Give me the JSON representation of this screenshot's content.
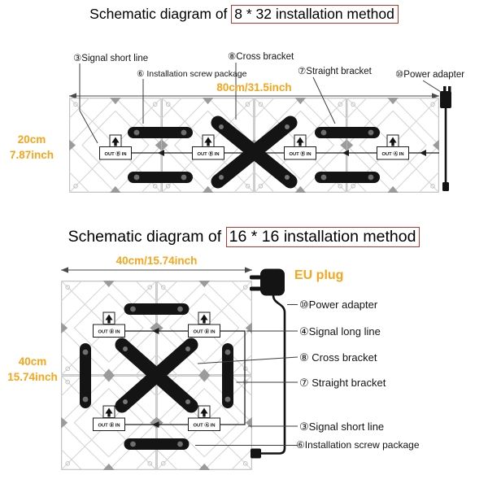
{
  "colors": {
    "accent_orange": "#f7a51b",
    "title_box_red": "#b8392c",
    "ink": "#141414"
  },
  "title_top": {
    "prefix": "Schematic diagram of ",
    "boxed": "8 * 32 installation method"
  },
  "title_bottom": {
    "prefix": "Schematic diagram of ",
    "boxed": "16 * 16 installation method"
  },
  "diagram_top": {
    "width_label": "80cm/31.5inch",
    "height_label_line1": "20cm",
    "height_label_line2": "7.87inch",
    "callouts": {
      "signal_short_line": "③Signal short line",
      "screw_package": "⑥ Installation screw package",
      "cross_bracket": "⑧Cross bracket",
      "straight_bracket": "⑦Straight bracket",
      "power_adapter": "⑩Power adapter"
    },
    "connectors": [
      "OUT Ⓑ IN",
      "OUT Ⓑ IN",
      "OUT Ⓑ IN",
      "OUT Ⓐ IN"
    ]
  },
  "diagram_bottom": {
    "width_label": "40cm/15.74inch",
    "height_label_line1": "40cm",
    "height_label_line2": "15.74inch",
    "eu_plug_label": "EU plug",
    "callouts": {
      "power_adapter": "⑩Power adapter",
      "signal_long_line": "④Signal long line",
      "cross_bracket": "⑧ Cross bracket",
      "straight_bracket": "⑦ Straight bracket",
      "signal_short_line": "③Signal short line",
      "screw_package": "⑥Installation screw package"
    },
    "connectors": [
      "OUT Ⓑ IN",
      "OUT Ⓑ IN",
      "OUT Ⓑ IN",
      "OUT Ⓐ IN"
    ]
  }
}
